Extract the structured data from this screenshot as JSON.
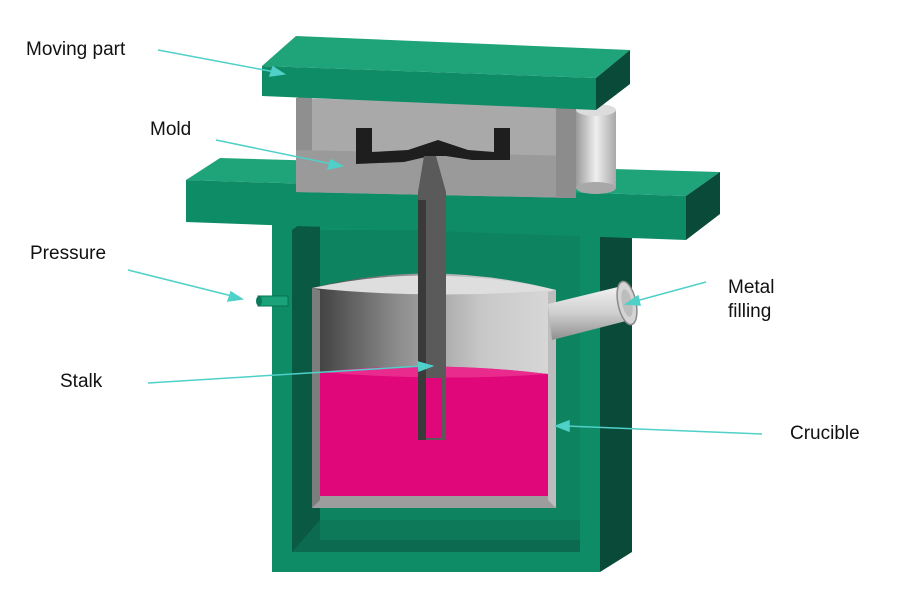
{
  "labels": {
    "moving_part": "Moving part",
    "mold": "Mold",
    "pressure": "Pressure",
    "stalk": "Stalk",
    "metal_filling": "Metal filling",
    "crucible": "Crucible"
  },
  "colors": {
    "green": "#0e8c66",
    "green_dark": "#076b4d",
    "green_side": "#0a4a38",
    "mold_gray": "#a9a9a9",
    "crucible_gray": "#b9b9b9",
    "molten_metal": "#e0077a",
    "arrow": "#4fd0c8",
    "stalk": "#5a5a5a"
  }
}
